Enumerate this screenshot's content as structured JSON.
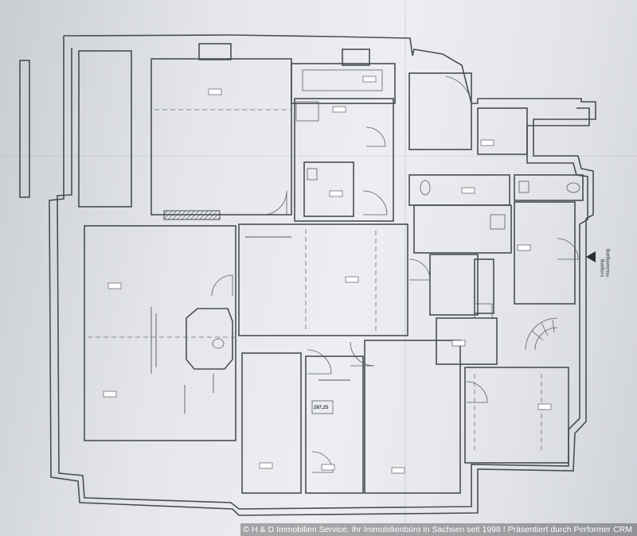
{
  "entrance": {
    "label": "Eingang Hauseingang"
  },
  "dimension_note": "287,25",
  "watermark": {
    "text": "© H & D Immobilien Service. Ihr Immobilienbüro in Sachsen seit 1998 ! Präsentiert durch Performer CRM"
  },
  "colors": {
    "paper": "#e4e6ea",
    "ink": "#4a4d55",
    "footer_text": "#ffffff"
  }
}
